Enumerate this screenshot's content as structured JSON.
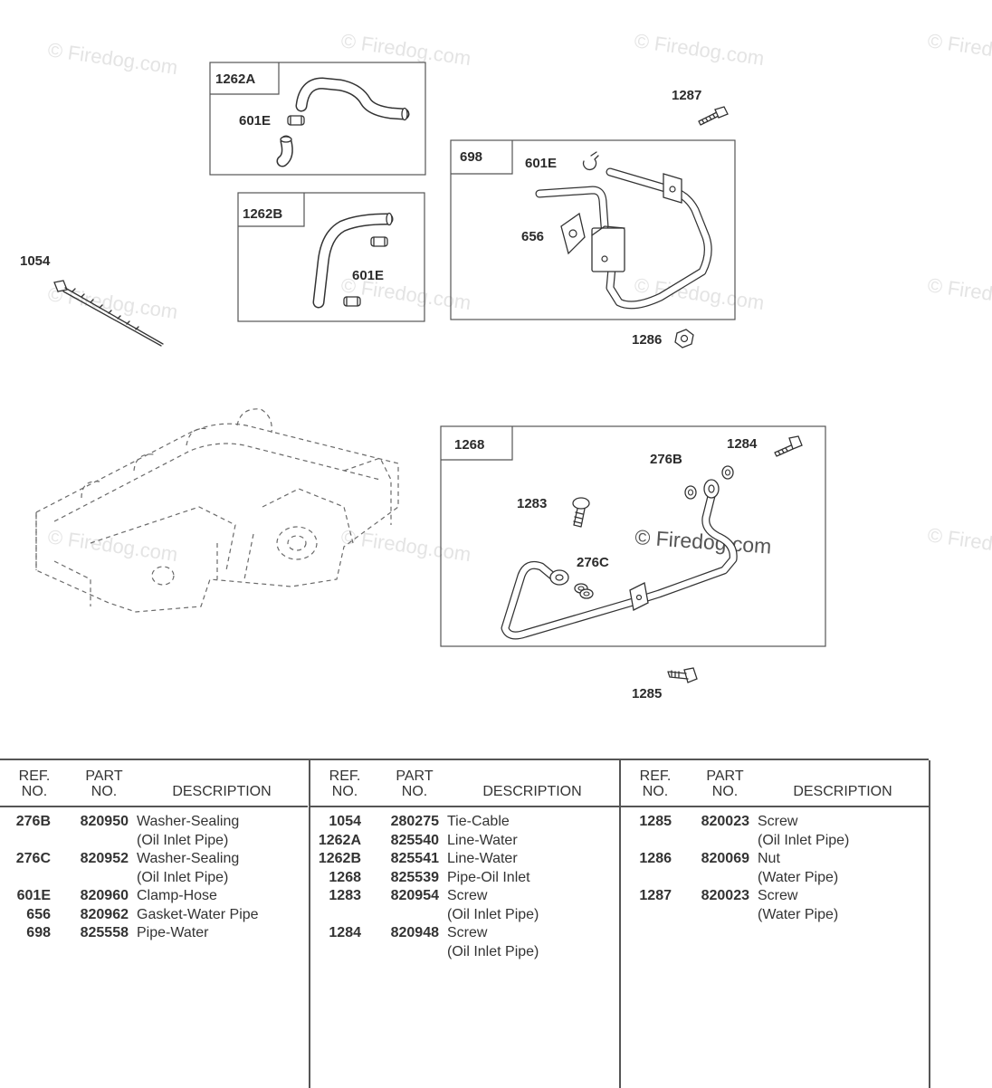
{
  "watermark_text": "© Firedog.com",
  "diagram": {
    "callouts": {
      "box_1262a": "1262A",
      "clamp_a": "601E",
      "box_1262b": "1262B",
      "clamp_b": "601E",
      "box_698": "698",
      "clamp_698": "601E",
      "gasket": "656",
      "screw_1287": "1287",
      "nut_1286": "1286",
      "tie_1054": "1054",
      "box_1268": "1268",
      "screw_1284": "1284",
      "washer_276b": "276B",
      "screw_1283": "1283",
      "washer_276c": "276C",
      "screw_1285": "1285"
    }
  },
  "table": {
    "headers": {
      "ref_line1": "REF.",
      "ref_line2": "NO.",
      "part_line1": "PART",
      "part_line2": "NO.",
      "description": "DESCRIPTION"
    },
    "columns": [
      [
        {
          "ref": "276B",
          "part": "820950",
          "desc": [
            "Washer-Sealing",
            "(Oil Inlet Pipe)"
          ]
        },
        {
          "ref": "276C",
          "part": "820952",
          "desc": [
            "Washer-Sealing",
            "(Oil Inlet Pipe)"
          ]
        },
        {
          "ref": "601E",
          "part": "820960",
          "desc": [
            "Clamp-Hose"
          ]
        },
        {
          "ref": "656",
          "part": "820962",
          "desc": [
            "Gasket-Water Pipe"
          ]
        },
        {
          "ref": "698",
          "part": "825558",
          "desc": [
            "Pipe-Water"
          ]
        }
      ],
      [
        {
          "ref": "1054",
          "part": "280275",
          "desc": [
            "Tie-Cable"
          ]
        },
        {
          "ref": "1262A",
          "part": "825540",
          "desc": [
            "Line-Water"
          ]
        },
        {
          "ref": "1262B",
          "part": "825541",
          "desc": [
            "Line-Water"
          ]
        },
        {
          "ref": "1268",
          "part": "825539",
          "desc": [
            "Pipe-Oil Inlet"
          ]
        },
        {
          "ref": "1283",
          "part": "820954",
          "desc": [
            "Screw",
            "(Oil Inlet Pipe)"
          ]
        },
        {
          "ref": "1284",
          "part": "820948",
          "desc": [
            "Screw",
            "(Oil Inlet Pipe)"
          ]
        }
      ],
      [
        {
          "ref": "1285",
          "part": "820023",
          "desc": [
            "Screw",
            "(Oil Inlet Pipe)"
          ]
        },
        {
          "ref": "1286",
          "part": "820069",
          "desc": [
            "Nut",
            "(Water Pipe)"
          ]
        },
        {
          "ref": "1287",
          "part": "820023",
          "desc": [
            "Screw",
            "(Water Pipe)"
          ]
        }
      ]
    ]
  }
}
